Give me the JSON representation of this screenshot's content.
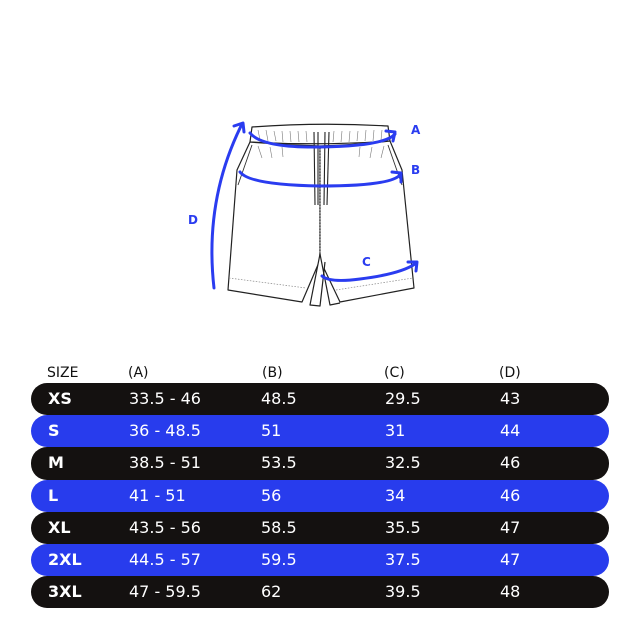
{
  "diagram": {
    "labels": {
      "a": "A",
      "b": "B",
      "c": "C",
      "d": "D"
    },
    "accent_color": "#2a3cf0",
    "icon": "shorts-measurement-diagram"
  },
  "table": {
    "headers": {
      "size": "SIZE",
      "a": "(A)",
      "b": "(B)",
      "c": "(C)",
      "d": "(D)"
    },
    "row_colors": {
      "dark": "#141110",
      "blue": "#283ced"
    },
    "rows": [
      {
        "size": "XS",
        "a": "33.5 - 46",
        "b": "48.5",
        "c": "29.5",
        "d": "43",
        "style": "dark"
      },
      {
        "size": "S",
        "a": "36 - 48.5",
        "b": "51",
        "c": "31",
        "d": "44",
        "style": "blue"
      },
      {
        "size": "M",
        "a": "38.5 - 51",
        "b": "53.5",
        "c": "32.5",
        "d": "46",
        "style": "dark"
      },
      {
        "size": "L",
        "a": "41 - 51",
        "b": "56",
        "c": "34",
        "d": "46",
        "style": "blue"
      },
      {
        "size": "XL",
        "a": "43.5 - 56",
        "b": "58.5",
        "c": "35.5",
        "d": "47",
        "style": "dark"
      },
      {
        "size": "2XL",
        "a": "44.5 - 57",
        "b": "59.5",
        "c": "37.5",
        "d": "47",
        "style": "blue"
      },
      {
        "size": "3XL",
        "a": "47 - 59.5",
        "b": "62",
        "c": "39.5",
        "d": "48",
        "style": "dark"
      }
    ]
  }
}
